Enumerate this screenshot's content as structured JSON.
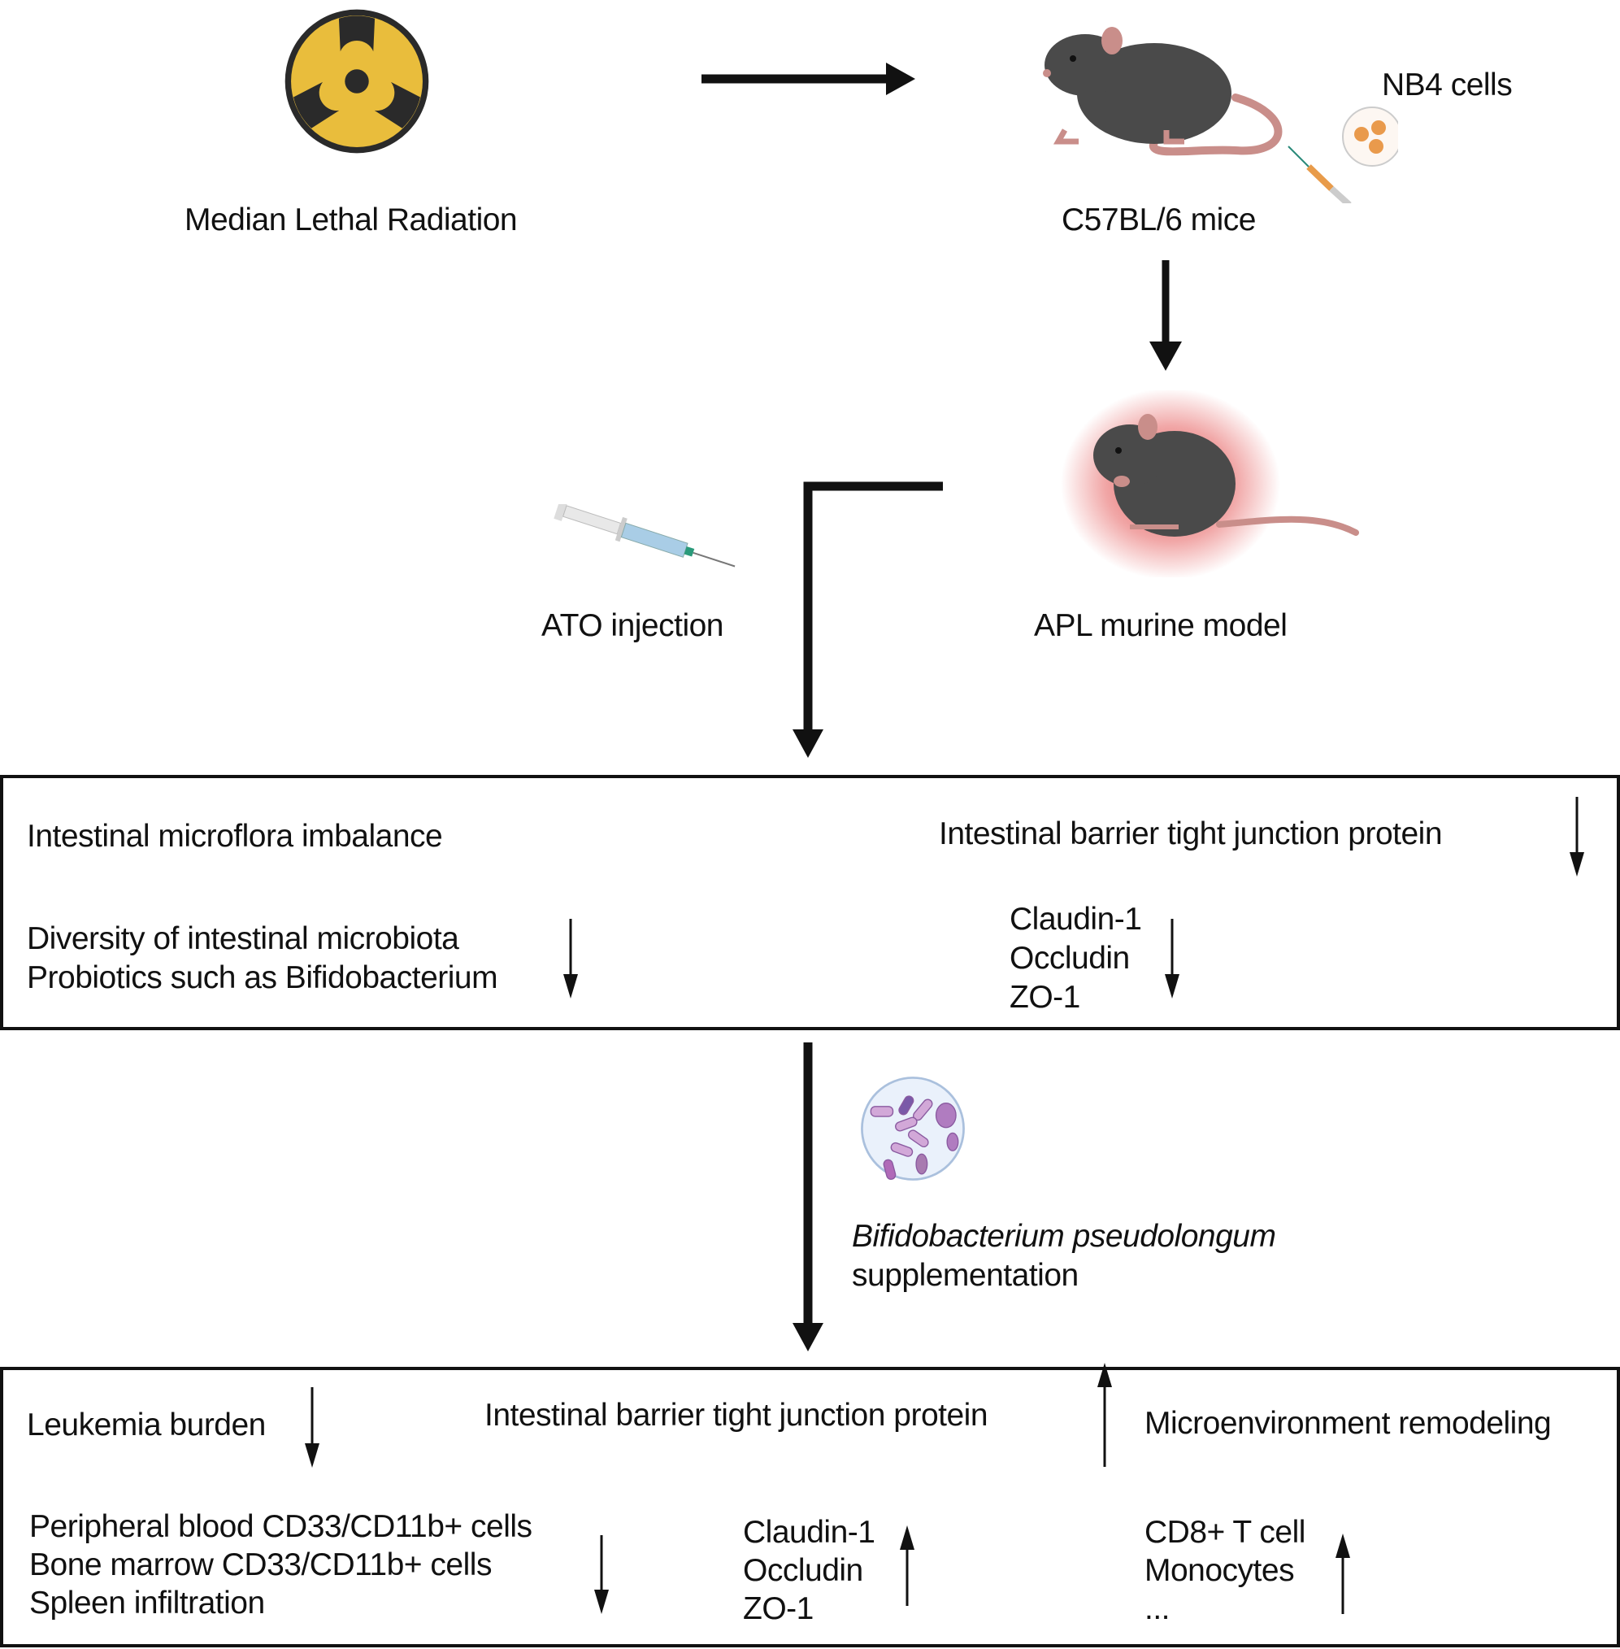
{
  "top": {
    "radiation_label": "Median Lethal Radiation",
    "mice_label": "C57BL/6 mice",
    "cells_label": "NB4 cells"
  },
  "middle": {
    "ato_label": "ATO injection",
    "apl_label": "APL murine model"
  },
  "box1": {
    "left_title": "Intestinal microflora imbalance",
    "left_items": [
      "Diversity of intestinal microbiota",
      "Probiotics such as Bifidobacterium"
    ],
    "left_trend": "down",
    "right_title": "Intestinal barrier tight junction protein",
    "right_title_trend": "down",
    "right_items": [
      "Claudin-1",
      "Occludin",
      "ZO-1"
    ],
    "right_trend": "down"
  },
  "supplement": {
    "species": "Bifidobacterium pseudolongum",
    "action": "supplementation"
  },
  "box2": {
    "col1_title": "Leukemia burden",
    "col1_title_trend": "down",
    "col1_items": [
      "Peripheral blood CD33/CD11b+ cells",
      "Bone marrow CD33/CD11b+ cells",
      "Spleen infiltration"
    ],
    "col1_trend": "down",
    "col2_title": "Intestinal barrier tight junction protein",
    "col2_title_trend": "up",
    "col2_items": [
      "Claudin-1",
      "Occludin",
      "ZO-1"
    ],
    "col2_trend": "up",
    "col3_title": "Microenvironment remodeling",
    "col3_items": [
      "CD8+ T cell",
      "Monocytes",
      "..."
    ],
    "col3_trend": "up"
  },
  "colors": {
    "radiation_yellow": "#e9bd3c",
    "mouse_gray": "#4a4a4a",
    "mouse_pink": "#c98e8a",
    "tumor_glow": "#e03c3c",
    "bacteria_purple": "#b07cc0"
  }
}
